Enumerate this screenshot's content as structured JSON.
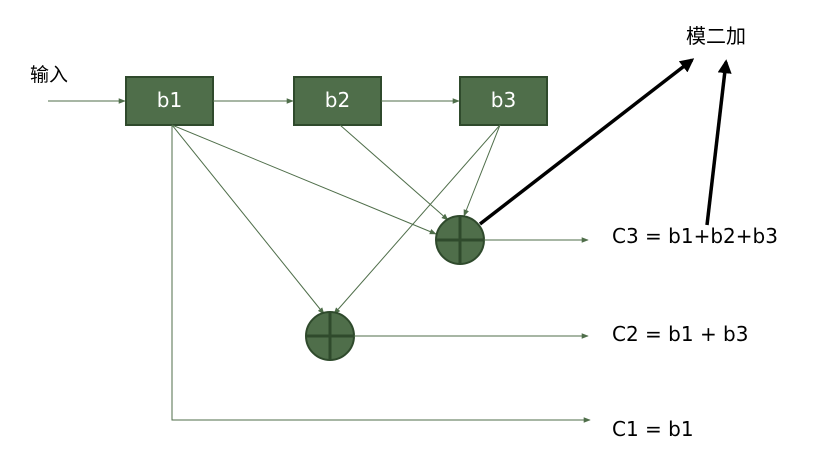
{
  "diagram": {
    "input_label": "输入",
    "mod2_label": "模二加",
    "registers": [
      "b1",
      "b2",
      "b3"
    ],
    "outputs": {
      "c3": "C3 = b1+b2+b3",
      "c2": "C2 = b1 + b3",
      "c1": "C1 = b1"
    },
    "colors": {
      "box_fill": "#4f6e4a",
      "box_border": "#2f4a2c",
      "line": "#4f6e4a",
      "highlight_arrow": "#000000"
    }
  }
}
